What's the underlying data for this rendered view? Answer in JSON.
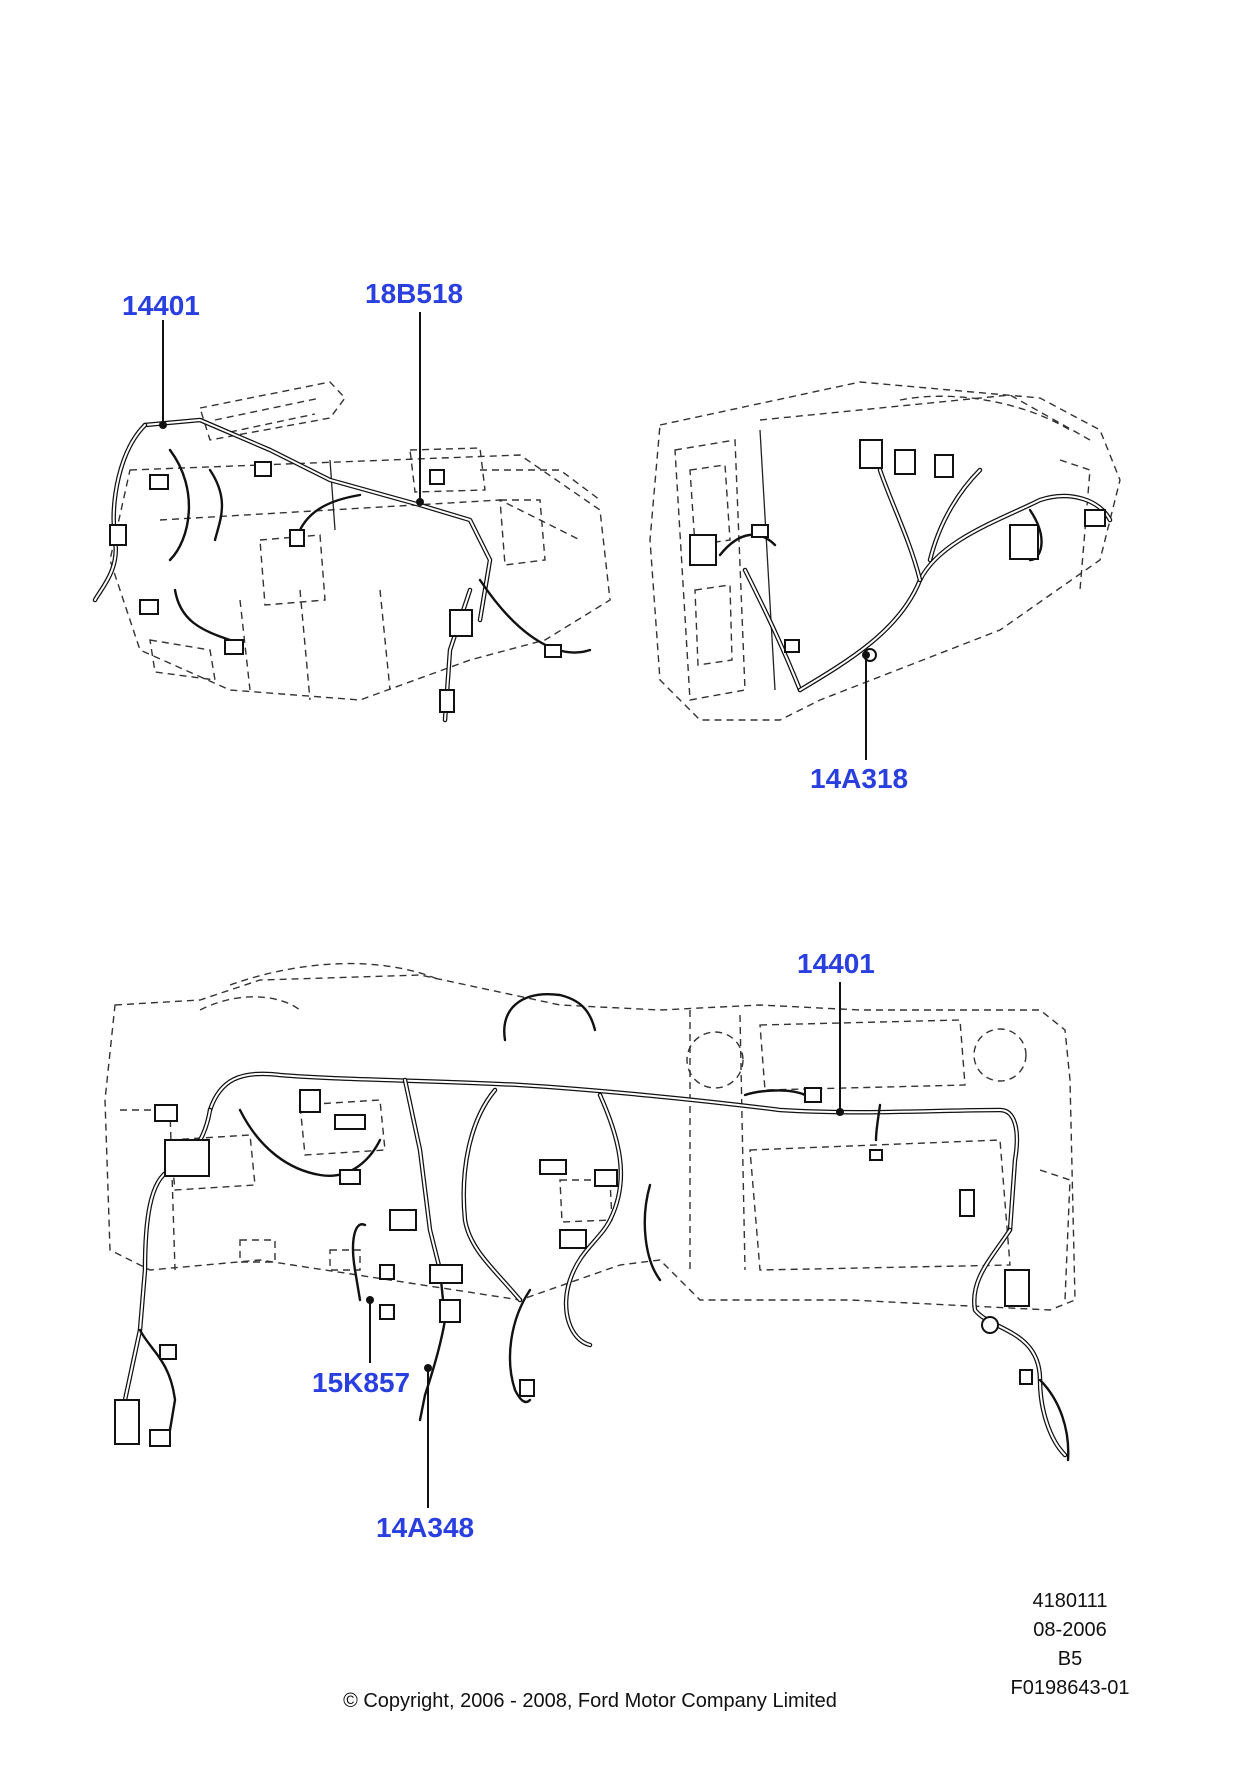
{
  "callouts": {
    "top_left_harness": "14401",
    "top_middle_harness": "18B518",
    "top_right_harness": "14A318",
    "bottom_main_harness": "14401",
    "bottom_left_harness": "15K857",
    "bottom_center_harness": "14A348"
  },
  "drawing_info": {
    "number": "4180111",
    "date": "08-2006",
    "revision": "B5",
    "reference": "F0198643-01"
  },
  "copyright": "© Copyright, 2006 - 2008, Ford Motor Company Limited",
  "colors": {
    "callout": "#2a3fe0",
    "line": "#111111"
  }
}
